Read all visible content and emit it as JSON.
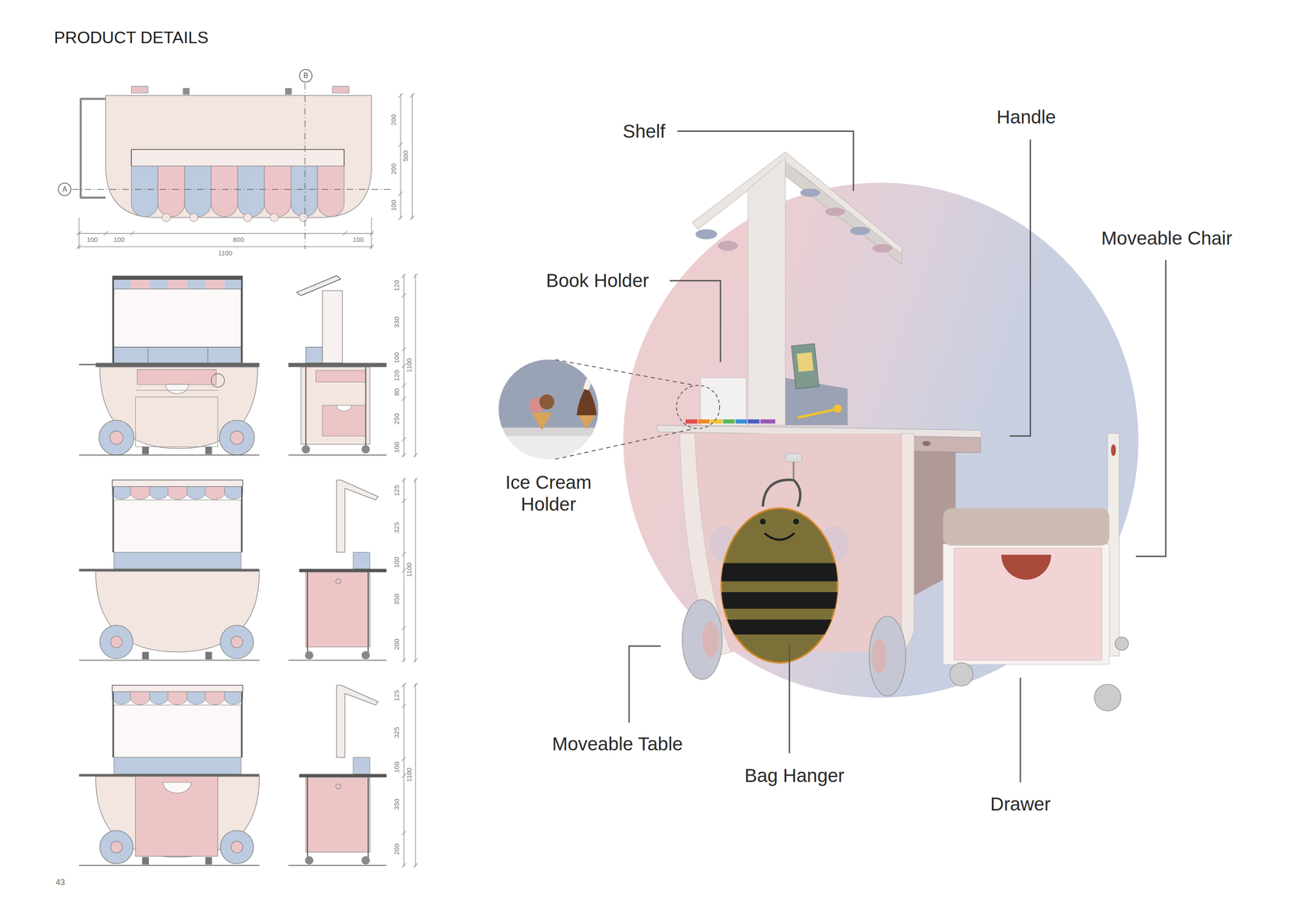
{
  "diagram": {
    "title": "PRODUCT DETAILS",
    "nodes": [
      {
        "text": [
          "B"
        ]
      },
      {
        "text": [
          "A"
        ]
      }
    ],
    "labels": [
      "Shelf",
      "Handle",
      "Moveable Chair",
      "Book Holder",
      "Ice Cream Holder",
      "Moveable Table",
      "Bag Hanger",
      "Drawer",
      "43",
      "200",
      "200",
      "100",
      "500",
      "100",
      "100",
      "800",
      "100",
      "1100",
      "120",
      "330",
      "100",
      "120",
      "80",
      "250",
      "100",
      "1100",
      "125",
      "325",
      "100",
      "350",
      "200",
      "1100",
      "125",
      "325",
      "100",
      "350",
      "200",
      "1100"
    ]
  }
}
